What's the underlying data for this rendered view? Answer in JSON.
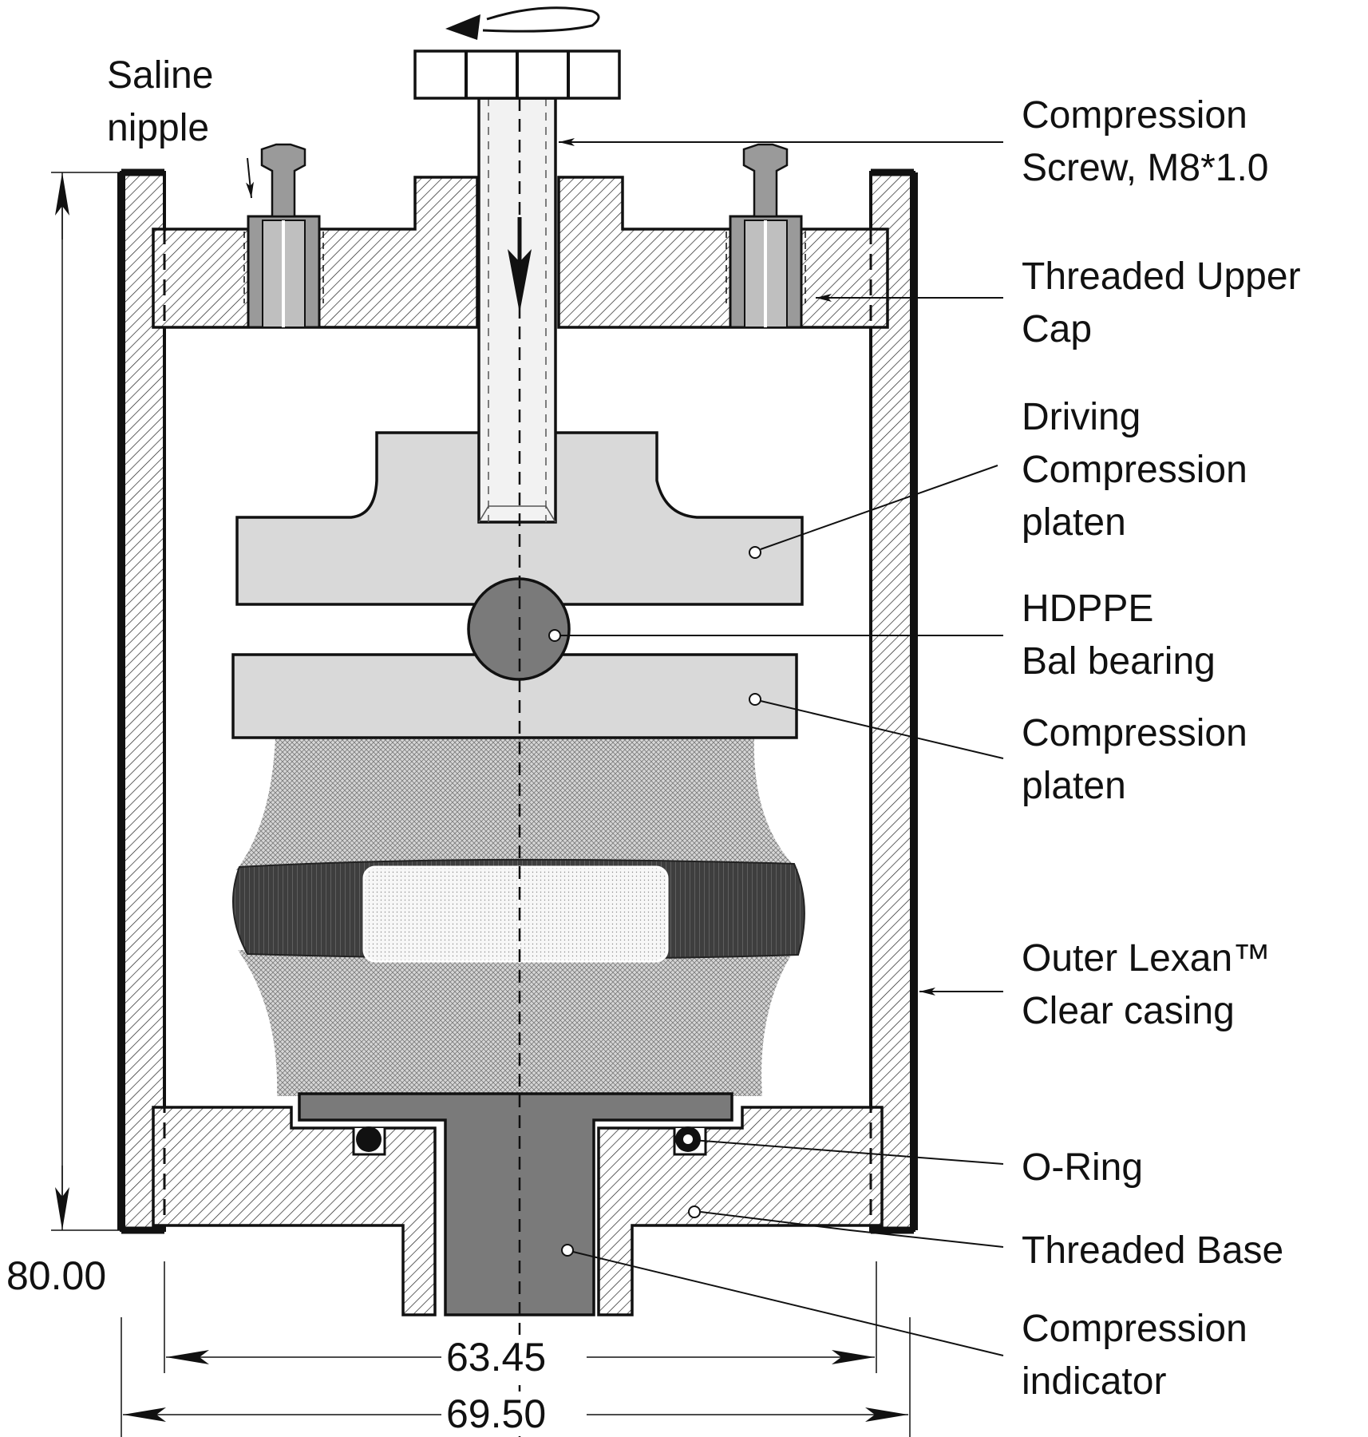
{
  "labels": {
    "saline_nipple": [
      "Saline",
      "nipple"
    ],
    "compression_screw": [
      "Compression",
      "Screw, M8*1.0"
    ],
    "threaded_upper_cap": [
      "Threaded Upper",
      "Cap"
    ],
    "driving_platen": [
      "Driving",
      "Compression",
      "platen"
    ],
    "ball_bearing": [
      "HDPPE",
      "Bal bearing"
    ],
    "compression_platen": [
      "Compression",
      "platen"
    ],
    "outer_casing": [
      "Outer Lexan™",
      "Clear casing"
    ],
    "o_ring": "O-Ring",
    "threaded_base": "Threaded Base",
    "compression_indicator": [
      "Compression",
      "indicator"
    ]
  },
  "dimensions": {
    "height": "80.00",
    "inner_width": "63.45",
    "outer_width": "69.50"
  }
}
